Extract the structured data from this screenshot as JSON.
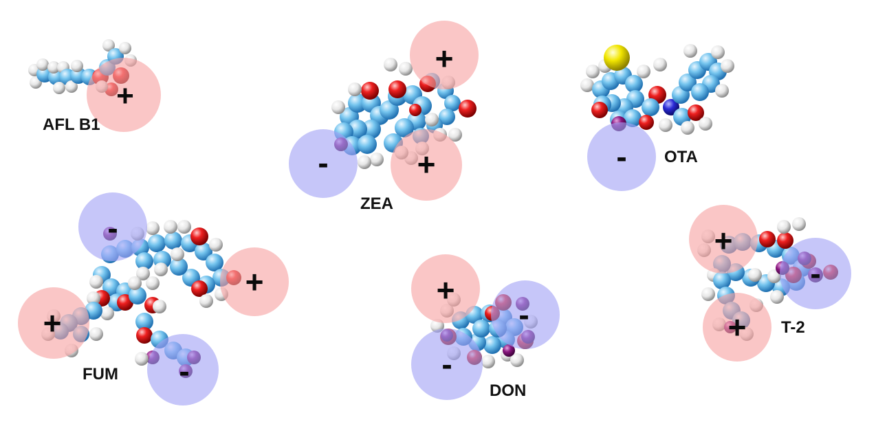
{
  "palette": {
    "positive_zone": "#f7a3a3",
    "negative_zone": "#a3a3f5",
    "carbon": "#6fbde8",
    "oxygen": "#e01818",
    "hydrogen": "#f0f0f0",
    "nitrogen": "#2424c8",
    "sulfur_chlorine": "#ece000",
    "iodine_like": "#7e1270"
  },
  "charges": {
    "positive": "+",
    "negative": "-"
  },
  "molecules": [
    {
      "id": "afl",
      "label": "AFL B1"
    },
    {
      "id": "zea",
      "label": "ZEA"
    },
    {
      "id": "ota",
      "label": "OTA"
    },
    {
      "id": "fum",
      "label": "FUM"
    },
    {
      "id": "don",
      "label": "DON"
    },
    {
      "id": "t2",
      "label": "T-2"
    }
  ]
}
